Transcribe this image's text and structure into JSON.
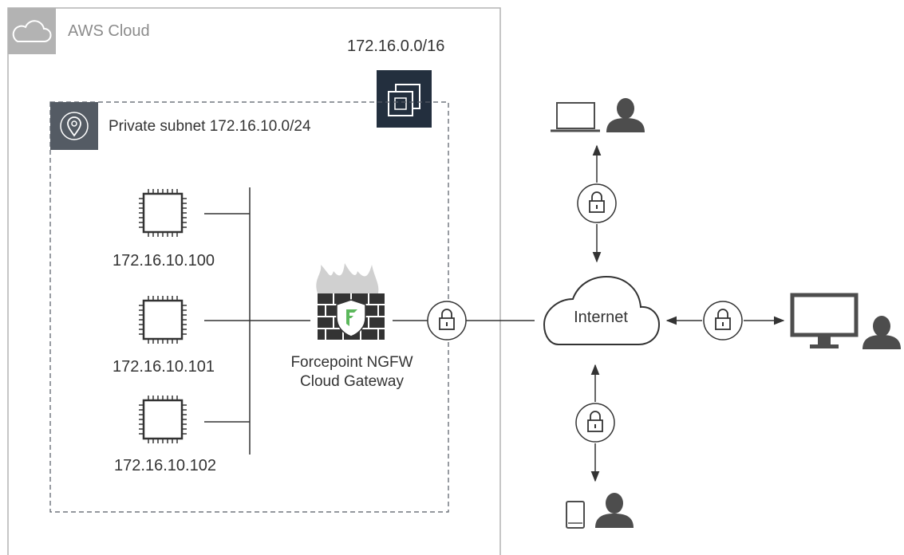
{
  "aws_cloud": {
    "label": "AWS Cloud"
  },
  "vpc": {
    "cidr": "172.16.0.0/16"
  },
  "subnet": {
    "label": "Private subnet 172.16.10.0/24"
  },
  "instances": [
    {
      "ip": "172.16.10.100"
    },
    {
      "ip": "172.16.10.101"
    },
    {
      "ip": "172.16.10.102"
    }
  ],
  "firewall": {
    "line1": "Forcepoint NGFW",
    "line2": "Cloud Gateway"
  },
  "internet": {
    "label": "Internet"
  },
  "colors": {
    "aws_header": "#b3b3b3",
    "subnet_header": "#545b64",
    "vpc_badge": "#232f3e",
    "icon": "#333333",
    "user": "#4d4d4d",
    "line": "#333333",
    "firewall_accent": "#5cb85c"
  },
  "icons": [
    "cloud-icon",
    "vpc-icon",
    "location-pin-icon",
    "chip-icon",
    "firewall-icon",
    "lock-icon",
    "laptop-icon",
    "desktop-icon",
    "mobile-phone-icon",
    "user-icon"
  ]
}
